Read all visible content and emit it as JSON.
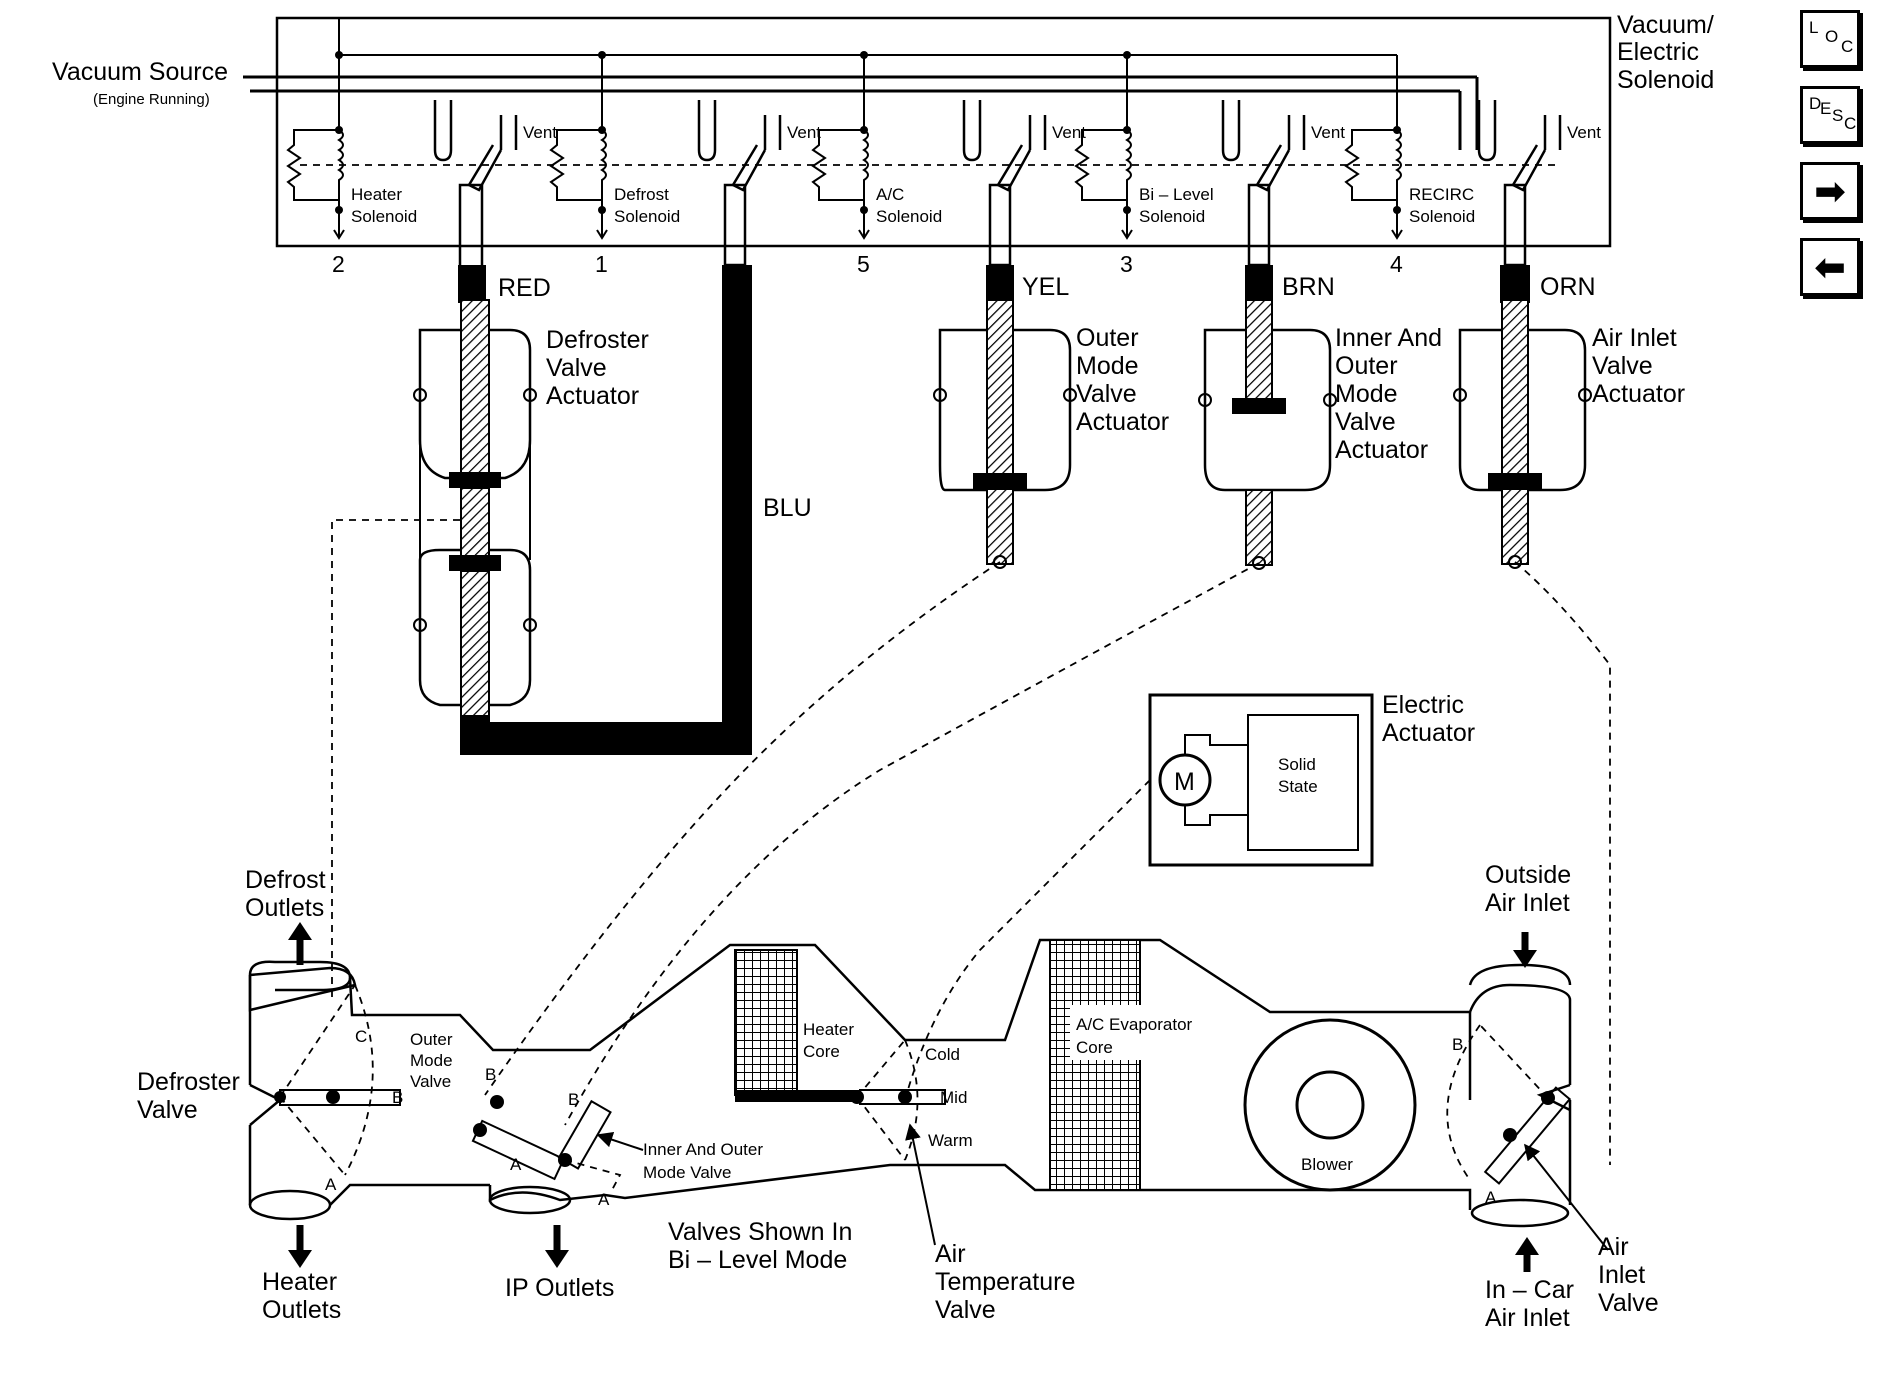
{
  "solenoid_panel": {
    "title_line1": "Vacuum/",
    "title_line2": "Electric",
    "title_line3": "Solenoid",
    "vacuum_source": "Vacuum Source",
    "engine_running": "(Engine Running)",
    "vent": "Vent",
    "solenoids": [
      {
        "line1": "Heater",
        "line2": "Solenoid",
        "pin": "2"
      },
      {
        "line1": "Defrost",
        "line2": "Solenoid",
        "pin": "1"
      },
      {
        "line1": "A/C",
        "line2": "Solenoid",
        "pin": "5"
      },
      {
        "line1": "Bi – Level",
        "line2": "Solenoid",
        "pin": "3"
      },
      {
        "line1": "RECIRC",
        "line2": "Solenoid",
        "pin": "4"
      }
    ]
  },
  "hoses": {
    "red": "RED",
    "yel": "YEL",
    "brn": "BRN",
    "orn": "ORN",
    "blu": "BLU"
  },
  "actuators": {
    "defroster": [
      "Defroster",
      "Valve",
      "Actuator"
    ],
    "outer_mode": [
      "Outer",
      "Mode",
      "Valve",
      "Actuator"
    ],
    "inner_outer": [
      "Inner And",
      "Outer",
      "Mode",
      "Valve",
      "Actuator"
    ],
    "air_inlet": [
      "Air Inlet",
      "Valve",
      "Actuator"
    ],
    "electric": [
      "Electric",
      "Actuator"
    ],
    "motor": "M",
    "solid_state": [
      "Solid",
      "State"
    ]
  },
  "hvac_case": {
    "defrost_outlets": [
      "Defrost",
      "Outlets"
    ],
    "defroster_valve": [
      "Defroster",
      "Valve"
    ],
    "heater_outlets": [
      "Heater",
      "Outlets"
    ],
    "outer_mode_valve": [
      "Outer",
      "Mode",
      "Valve"
    ],
    "inner_outer_mode_valve": [
      "Inner And Outer",
      "Mode Valve"
    ],
    "ip_outlets": "IP Outlets",
    "valves_shown": [
      "Valves Shown In",
      "Bi – Level Mode"
    ],
    "heater_core": [
      "Heater",
      "Core"
    ],
    "cold": "Cold",
    "mid": "Mid",
    "warm": "Warm",
    "air_temp_valve": [
      "Air",
      "Temperature",
      "Valve"
    ],
    "evap_core": [
      "A/C Evaporator",
      "Core"
    ],
    "blower": "Blower",
    "outside_air_inlet": [
      "Outside",
      "Air Inlet"
    ],
    "in_car_air_inlet": [
      "In – Car",
      "Air Inlet"
    ],
    "air_inlet_valve": [
      "Air",
      "Inlet",
      "Valve"
    ],
    "pos_a": "A",
    "pos_b": "B",
    "pos_c": "C"
  },
  "nav": {
    "loc": [
      "L",
      "O",
      "C"
    ],
    "desc": [
      "D",
      "E",
      "S",
      "C"
    ],
    "next": "➡",
    "prev": "⬅"
  }
}
